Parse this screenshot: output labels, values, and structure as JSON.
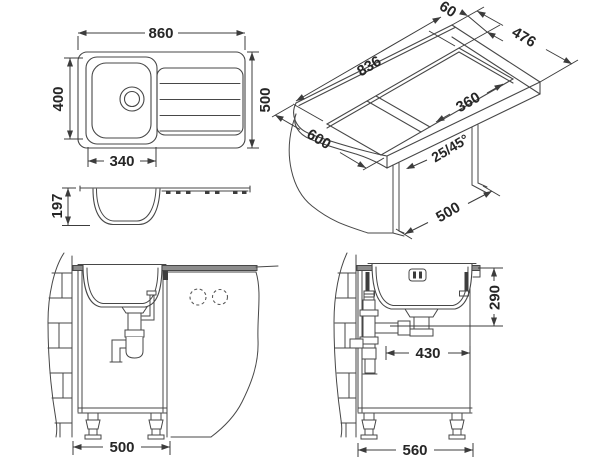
{
  "drawing": {
    "type": "sink-installation-dimension-drawing",
    "background": "#ffffff",
    "line_color": "#474747",
    "text_color": "#262626",
    "views": {
      "top_view": {
        "overall_length": "860",
        "bowl_width": "400",
        "overall_depth": "500",
        "bowl_length": "340"
      },
      "side_profile": {
        "bowl_depth": "197"
      },
      "cutout_view": {
        "edge_offset": "60",
        "cutout_width": "476",
        "cutout_length": "836",
        "bowl_span": "360",
        "worktop_depth": "600",
        "chamfer": "25/45°",
        "cabinet_depth": "500"
      },
      "install_side_view": {
        "cabinet_width": "500"
      },
      "install_front_view": {
        "drain_height": "290",
        "drain_offset": "430",
        "cabinet_width": "560"
      }
    }
  }
}
